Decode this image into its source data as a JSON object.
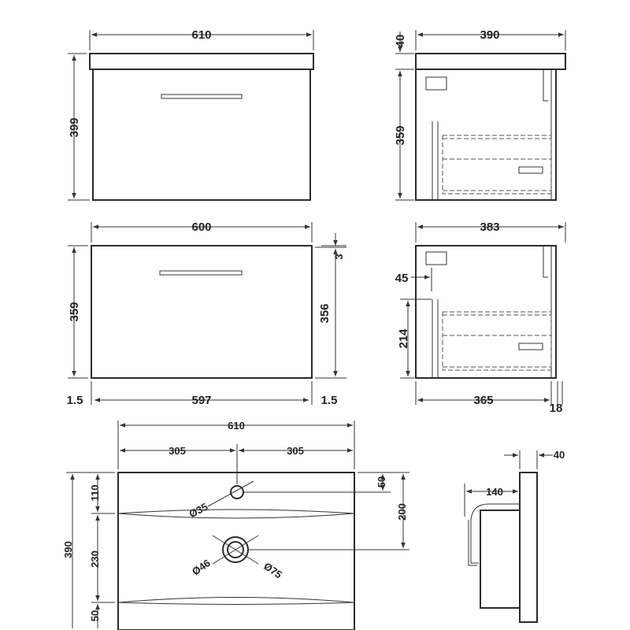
{
  "front_view": {
    "width": "610",
    "height": "399"
  },
  "side_view": {
    "depth": "390",
    "top_thickness": "40",
    "height": "359"
  },
  "carcass_front": {
    "width": "600",
    "height_left": "359",
    "height_right": "356",
    "top_gap": "3",
    "side_left": "1.5",
    "inner_width": "597",
    "side_right": "1.5"
  },
  "carcass_side": {
    "depth": "383",
    "drawer_offset": "45",
    "drawer_height": "214",
    "drawer_depth": "365",
    "back_gap": "18"
  },
  "basin_plan": {
    "width": "610",
    "half_left": "305",
    "half_right": "305",
    "depth": "390",
    "seg_top": "110",
    "seg_mid": "230",
    "seg_bottom": "50",
    "tap_offset": "50",
    "waste_offset": "200",
    "tap_hole": "Ø35",
    "waste_inner": "Ø46",
    "waste_outer": "Ø75"
  },
  "basin_section": {
    "thickness": "40",
    "depth": "140"
  }
}
